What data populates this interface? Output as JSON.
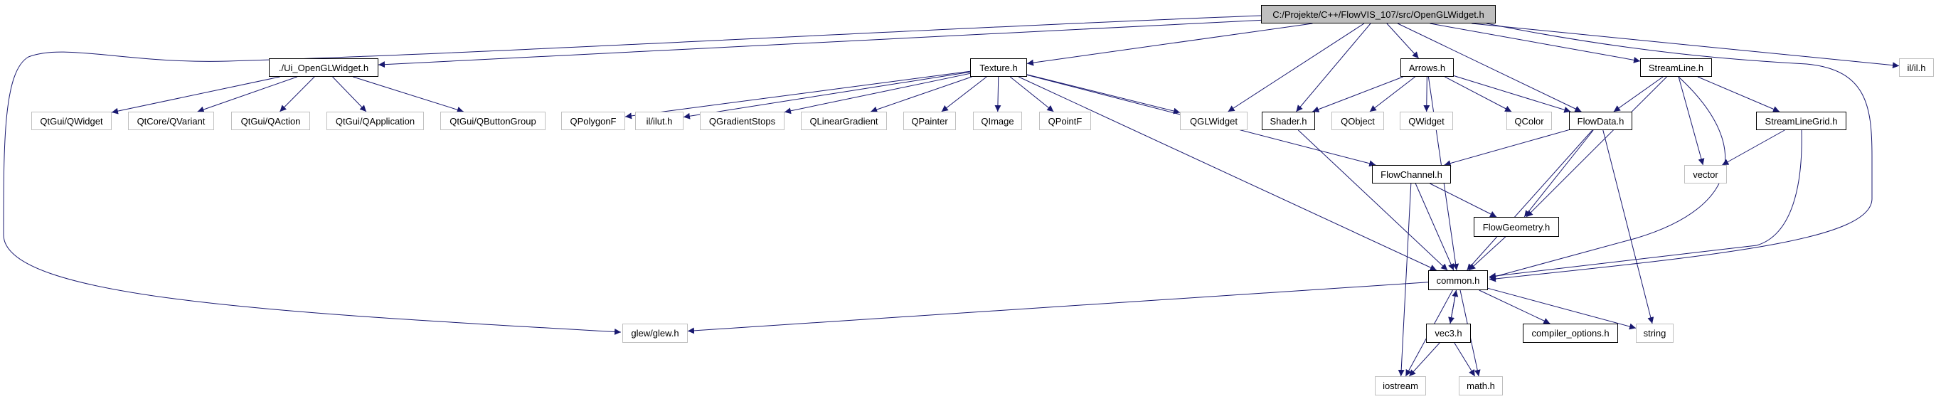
{
  "graph": {
    "edge_color": "#191970",
    "root_fill": "#bfbfbf",
    "nodes": {
      "root": {
        "label": "C:/Projekte/C++/FlowVIS_107/src/OpenGLWidget.h",
        "kind": "root"
      },
      "ui": {
        "label": "./Ui_OpenGLWidget.h",
        "kind": "doc"
      },
      "texture": {
        "label": "Texture.h",
        "kind": "doc"
      },
      "arrows": {
        "label": "Arrows.h",
        "kind": "doc"
      },
      "streamline": {
        "label": "StreamLine.h",
        "kind": "doc"
      },
      "ilil": {
        "label": "il/il.h",
        "kind": "ext"
      },
      "qtqwidget": {
        "label": "QtGui/QWidget",
        "kind": "ext"
      },
      "qvariant": {
        "label": "QtCore/QVariant",
        "kind": "ext"
      },
      "qaction": {
        "label": "QtGui/QAction",
        "kind": "ext"
      },
      "qapplication": {
        "label": "QtGui/QApplication",
        "kind": "ext"
      },
      "qbuttongroup": {
        "label": "QtGui/QButtonGroup",
        "kind": "ext"
      },
      "qpolygonf": {
        "label": "QPolygonF",
        "kind": "ext"
      },
      "ilut": {
        "label": "il/ilut.h",
        "kind": "ext"
      },
      "qgradientstops": {
        "label": "QGradientStops",
        "kind": "ext"
      },
      "qlineargradient": {
        "label": "QLinearGradient",
        "kind": "ext"
      },
      "qpainter": {
        "label": "QPainter",
        "kind": "ext"
      },
      "qimage": {
        "label": "QImage",
        "kind": "ext"
      },
      "qpointf": {
        "label": "QPointF",
        "kind": "ext"
      },
      "qglwidget": {
        "label": "QGLWidget",
        "kind": "ext"
      },
      "shader": {
        "label": "Shader.h",
        "kind": "doc"
      },
      "qobject": {
        "label": "QObject",
        "kind": "ext"
      },
      "qwidget": {
        "label": "QWidget",
        "kind": "ext"
      },
      "qcolor": {
        "label": "QColor",
        "kind": "ext"
      },
      "flowdata": {
        "label": "FlowData.h",
        "kind": "doc"
      },
      "streamlinegrid": {
        "label": "StreamLineGrid.h",
        "kind": "doc"
      },
      "flowchannel": {
        "label": "FlowChannel.h",
        "kind": "doc"
      },
      "vector": {
        "label": "vector",
        "kind": "ext"
      },
      "flowgeometry": {
        "label": "FlowGeometry.h",
        "kind": "doc"
      },
      "common": {
        "label": "common.h",
        "kind": "doc"
      },
      "glew": {
        "label": "glew/glew.h",
        "kind": "ext"
      },
      "vec3": {
        "label": "vec3.h",
        "kind": "doc"
      },
      "compileroptions": {
        "label": "compiler_options.h",
        "kind": "doc"
      },
      "string": {
        "label": "string",
        "kind": "ext"
      },
      "iostream": {
        "label": "iostream",
        "kind": "ext"
      },
      "mathh": {
        "label": "math.h",
        "kind": "ext"
      }
    },
    "edges": [
      [
        "root",
        "ui"
      ],
      [
        "root",
        "glew"
      ],
      [
        "root",
        "texture"
      ],
      [
        "root",
        "qglwidget"
      ],
      [
        "root",
        "shader"
      ],
      [
        "root",
        "arrows"
      ],
      [
        "root",
        "flowdata"
      ],
      [
        "root",
        "streamline"
      ],
      [
        "root",
        "common"
      ],
      [
        "root",
        "ilil"
      ],
      [
        "ui",
        "qtqwidget"
      ],
      [
        "ui",
        "qvariant"
      ],
      [
        "ui",
        "qaction"
      ],
      [
        "ui",
        "qapplication"
      ],
      [
        "ui",
        "qbuttongroup"
      ],
      [
        "texture",
        "qpolygonf"
      ],
      [
        "texture",
        "ilut"
      ],
      [
        "texture",
        "qgradientstops"
      ],
      [
        "texture",
        "qlineargradient"
      ],
      [
        "texture",
        "qpainter"
      ],
      [
        "texture",
        "qimage"
      ],
      [
        "texture",
        "qpointf"
      ],
      [
        "texture",
        "qglwidget"
      ],
      [
        "texture",
        "flowchannel"
      ],
      [
        "texture",
        "common"
      ],
      [
        "arrows",
        "shader"
      ],
      [
        "arrows",
        "qobject"
      ],
      [
        "arrows",
        "qwidget"
      ],
      [
        "arrows",
        "qcolor"
      ],
      [
        "arrows",
        "flowdata"
      ],
      [
        "arrows",
        "common"
      ],
      [
        "shader",
        "common"
      ],
      [
        "streamline",
        "flowdata"
      ],
      [
        "streamline",
        "flowgeometry"
      ],
      [
        "streamline",
        "vector"
      ],
      [
        "streamline",
        "streamlinegrid"
      ],
      [
        "streamline",
        "common"
      ],
      [
        "streamlinegrid",
        "vector"
      ],
      [
        "streamlinegrid",
        "common"
      ],
      [
        "flowdata",
        "flowchannel"
      ],
      [
        "flowdata",
        "flowgeometry"
      ],
      [
        "flowdata",
        "common"
      ],
      [
        "flowdata",
        "string"
      ],
      [
        "flowchannel",
        "flowgeometry"
      ],
      [
        "flowchannel",
        "common"
      ],
      [
        "flowchannel",
        "iostream"
      ],
      [
        "flowgeometry",
        "common"
      ],
      [
        "common",
        "glew"
      ],
      [
        "common",
        "vec3"
      ],
      [
        "common",
        "iostream"
      ],
      [
        "common",
        "mathh"
      ],
      [
        "common",
        "compileroptions"
      ],
      [
        "common",
        "string"
      ],
      [
        "vec3",
        "common"
      ],
      [
        "vec3",
        "iostream"
      ],
      [
        "vec3",
        "mathh"
      ]
    ]
  }
}
